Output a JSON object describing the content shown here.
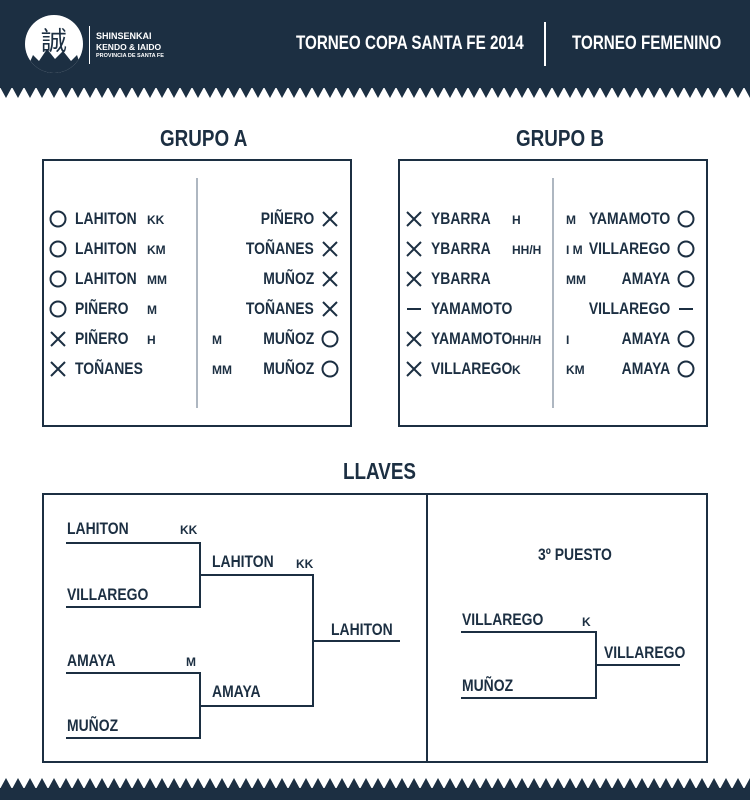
{
  "header": {
    "logo_lines": [
      "SHINSENKAI",
      "KENDO & IAIDO",
      "PROVINCIA DE SANTA FE"
    ],
    "logo_kanji": "誠",
    "title": "TORNEO COPA SANTA FE 2014",
    "subtitle": "TORNEO FEMENINO"
  },
  "grupo_a": {
    "title": "GRUPO A",
    "left": [
      {
        "mark": "circle",
        "name": "LAHITON",
        "code": "KK"
      },
      {
        "mark": "circle",
        "name": "LAHITON",
        "code": "KM"
      },
      {
        "mark": "circle",
        "name": "LAHITON",
        "code": "MM"
      },
      {
        "mark": "circle",
        "name": "PIÑERO",
        "code": "M"
      },
      {
        "mark": "cross",
        "name": "PIÑERO",
        "code": "H"
      },
      {
        "mark": "cross",
        "name": "TOÑANES",
        "code": ""
      }
    ],
    "right": [
      {
        "mark": "cross",
        "name": "PIÑERO",
        "code": ""
      },
      {
        "mark": "cross",
        "name": "TOÑANES",
        "code": ""
      },
      {
        "mark": "cross",
        "name": "MUÑOZ",
        "code": ""
      },
      {
        "mark": "cross",
        "name": "TOÑANES",
        "code": ""
      },
      {
        "mark": "circle",
        "name": "MUÑOZ",
        "code": "M"
      },
      {
        "mark": "circle",
        "name": "MUÑOZ",
        "code": "MM"
      }
    ]
  },
  "grupo_b": {
    "title": "GRUPO B",
    "left": [
      {
        "mark": "cross",
        "name": "YBARRA",
        "code": "H"
      },
      {
        "mark": "cross",
        "name": "YBARRA",
        "code": "HH/H"
      },
      {
        "mark": "cross",
        "name": "YBARRA",
        "code": ""
      },
      {
        "mark": "dash",
        "name": "YAMAMOTO",
        "code": ""
      },
      {
        "mark": "cross",
        "name": "YAMAMOTO",
        "code": "HH/H"
      },
      {
        "mark": "cross",
        "name": "VILLAREGO",
        "code": "K"
      }
    ],
    "right": [
      {
        "mark": "circle",
        "name": "YAMAMOTO",
        "code": "M"
      },
      {
        "mark": "circle",
        "name": "VILLAREGO",
        "code": "I M"
      },
      {
        "mark": "circle",
        "name": "AMAYA",
        "code": "MM"
      },
      {
        "mark": "dash",
        "name": "VILLAREGO",
        "code": ""
      },
      {
        "mark": "circle",
        "name": "AMAYA",
        "code": "I"
      },
      {
        "mark": "circle",
        "name": "AMAYA",
        "code": "KM"
      }
    ]
  },
  "llaves": {
    "title": "LLAVES",
    "semis": [
      {
        "name": "LAHITON",
        "code": "KK"
      },
      {
        "name": "VILLAREGO",
        "code": ""
      },
      {
        "name": "AMAYA",
        "code": "M"
      },
      {
        "name": "MUÑOZ",
        "code": ""
      }
    ],
    "final": [
      {
        "name": "LAHITON",
        "code": "KK"
      },
      {
        "name": "AMAYA",
        "code": ""
      }
    ],
    "winner": "LAHITON",
    "tercero": {
      "title": "3º PUESTO",
      "players": [
        {
          "name": "VILLAREGO",
          "code": "K"
        },
        {
          "name": "MUÑOZ",
          "code": ""
        }
      ],
      "winner": "VILLAREGO"
    }
  }
}
